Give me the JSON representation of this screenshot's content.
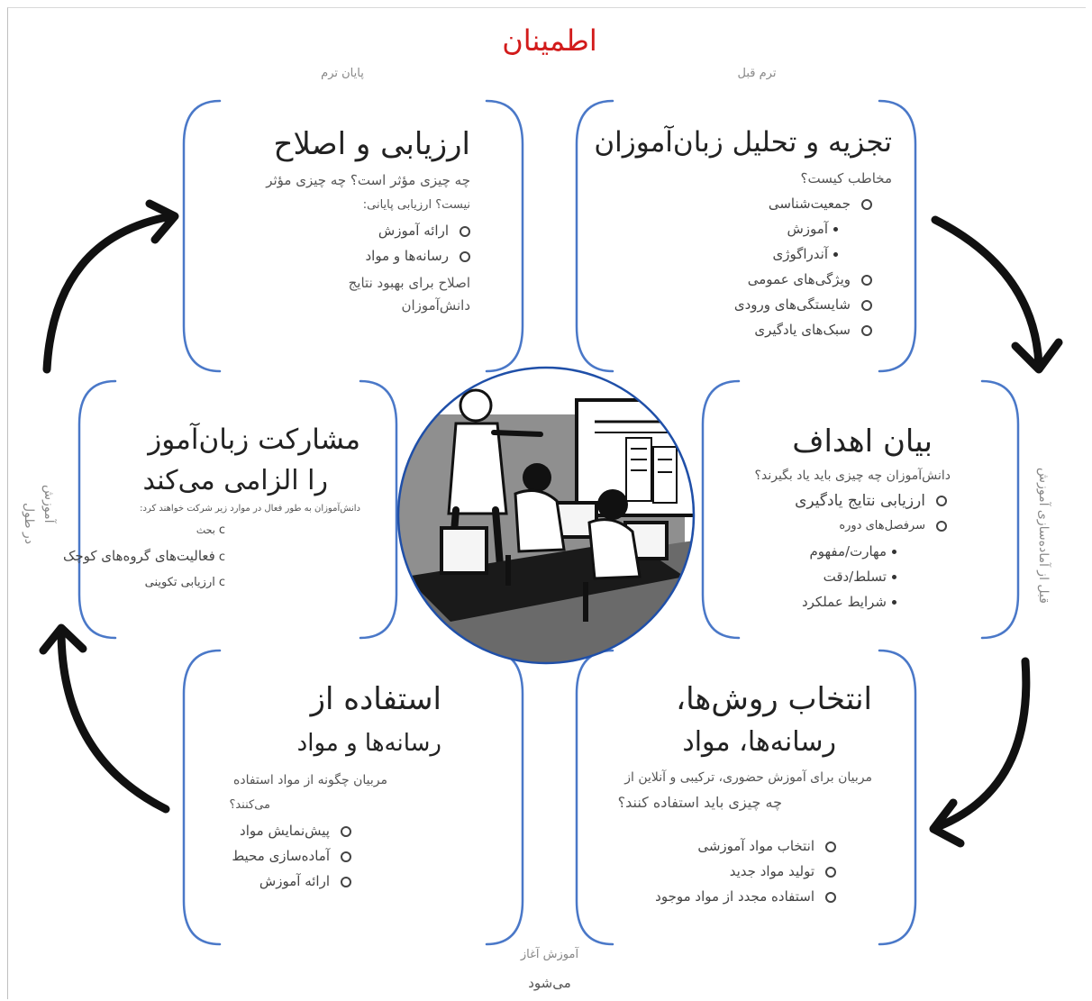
{
  "title": "اطمینان",
  "labels": {
    "top_left": "پایان ترم",
    "top_right": "ترم قبل",
    "right": "قبل از آماده‌سازی آموزش",
    "left_line1": "آموزش",
    "left_line2": "در طول",
    "bottom_line1": "آموزش آغاز",
    "bottom_line2": "می‌شود"
  },
  "boxes": {
    "analysis": {
      "title": "تجزیه و تحلیل زبان‌آموزان",
      "question": "مخاطب کیست؟",
      "items": [
        "جمعیت‌شناسی",
        "آموزش",
        "آندراگوژی",
        "ویژگی‌های عمومی",
        "شایستگی‌های ورودی",
        "سبک‌های یادگیری"
      ]
    },
    "evaluation": {
      "title": "ارزیابی و اصلاح",
      "question1": "چه چیزی مؤثر است؟ چه چیزی مؤثر",
      "question2": "نیست؟ ارزیابی پایانی:",
      "items": [
        "ارائه آموزش",
        "رسانه‌ها و مواد"
      ],
      "footer1": "اصلاح برای بهبود نتایج",
      "footer2": "دانش‌آموزان"
    },
    "objectives": {
      "title": "بیان اهداف",
      "question": "دانش‌آموزان چه چیزی باید یاد بگیرند؟",
      "items": [
        "ارزیابی نتایج یادگیری",
        "سرفصل‌های دوره"
      ],
      "subitems": [
        "مهارت/مفهوم",
        "تسلط/دقت",
        "شرایط عملکرد"
      ]
    },
    "participation": {
      "title1": "مشارکت زبان‌آموز",
      "title2": "را الزامی می‌کند",
      "question": "دانش‌آموزان به طور فعال در موارد زیر شرکت خواهند کرد:",
      "items": [
        "بحث",
        "فعالیت‌های گروه‌های کوچک",
        "ارزیابی تکوینی"
      ]
    },
    "selection": {
      "title1": "انتخاب روش‌ها،",
      "title2": "رسانه‌ها، مواد",
      "question1": "مربیان برای آموزش حضوری، ترکیبی و آنلاین از",
      "question2": "چه چیزی باید استفاده کنند؟",
      "items": [
        "انتخاب مواد آموزشی",
        "تولید مواد جدید",
        "استفاده مجدد از مواد موجود"
      ]
    },
    "utilization": {
      "title1": "استفاده از",
      "title2": "رسانه‌ها و مواد",
      "question1": "مربیان چگونه از مواد استفاده",
      "question2": "می‌کنند؟",
      "items": [
        "پیش‌نمایش مواد",
        "آماده‌سازی محیط",
        "ارائه آموزش"
      ]
    }
  },
  "colors": {
    "title": "#d21b1b",
    "bracket": "#4a78c8",
    "arrow": "#111111",
    "circle": "#1f4fa8"
  },
  "icons": {
    "center": "computer-classroom-clipart"
  }
}
